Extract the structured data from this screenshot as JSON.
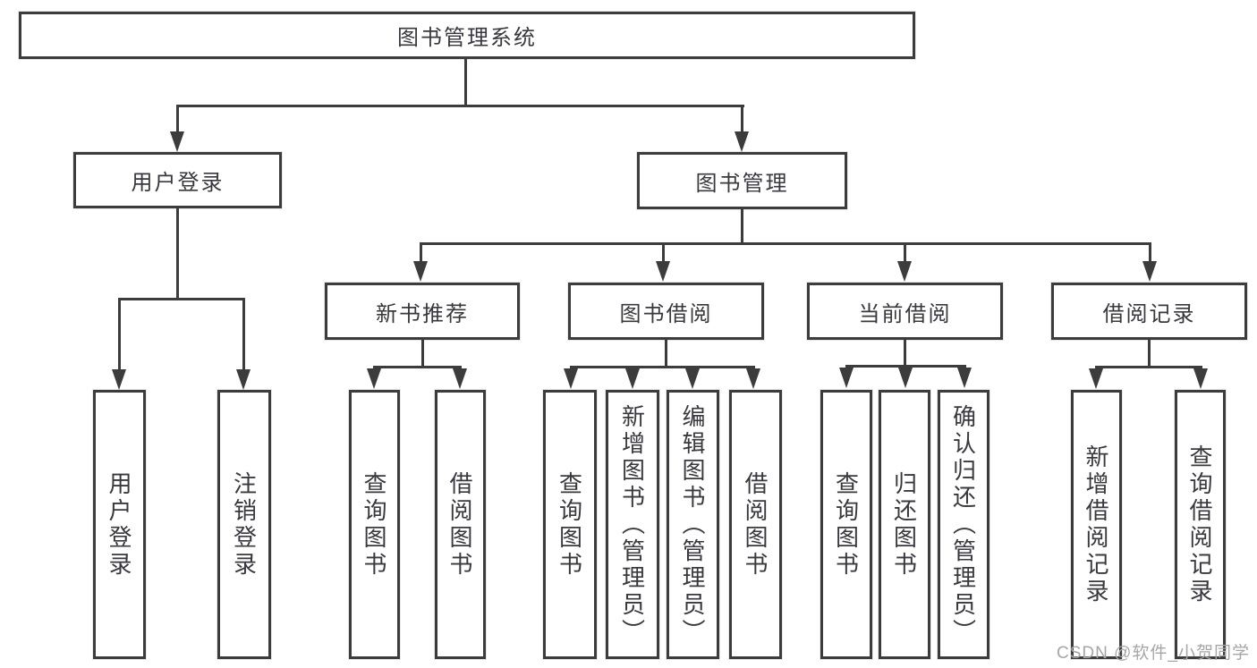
{
  "diagram": {
    "root": "图书管理系统",
    "level2": [
      "用户登录",
      "图书管理"
    ],
    "level3": [
      "新书推荐",
      "图书借阅",
      "当前借阅",
      "借阅记录"
    ],
    "leaves": [
      "用户登录",
      "注销登录",
      "查询图书",
      "借阅图书",
      "查询图书",
      "新增图书（管理员）",
      "编辑图书（管理员）",
      "借阅图书",
      "查询图书",
      "归还图书",
      "确认归还（管理员）",
      "新增借阅记录",
      "查询借阅记录"
    ],
    "colors": {
      "line": "#3c3c3c",
      "text": "#38383f",
      "watermark": "#a6a6a6",
      "background": "#ffffff"
    }
  },
  "watermark": "CSDN @软件_小贺同学"
}
